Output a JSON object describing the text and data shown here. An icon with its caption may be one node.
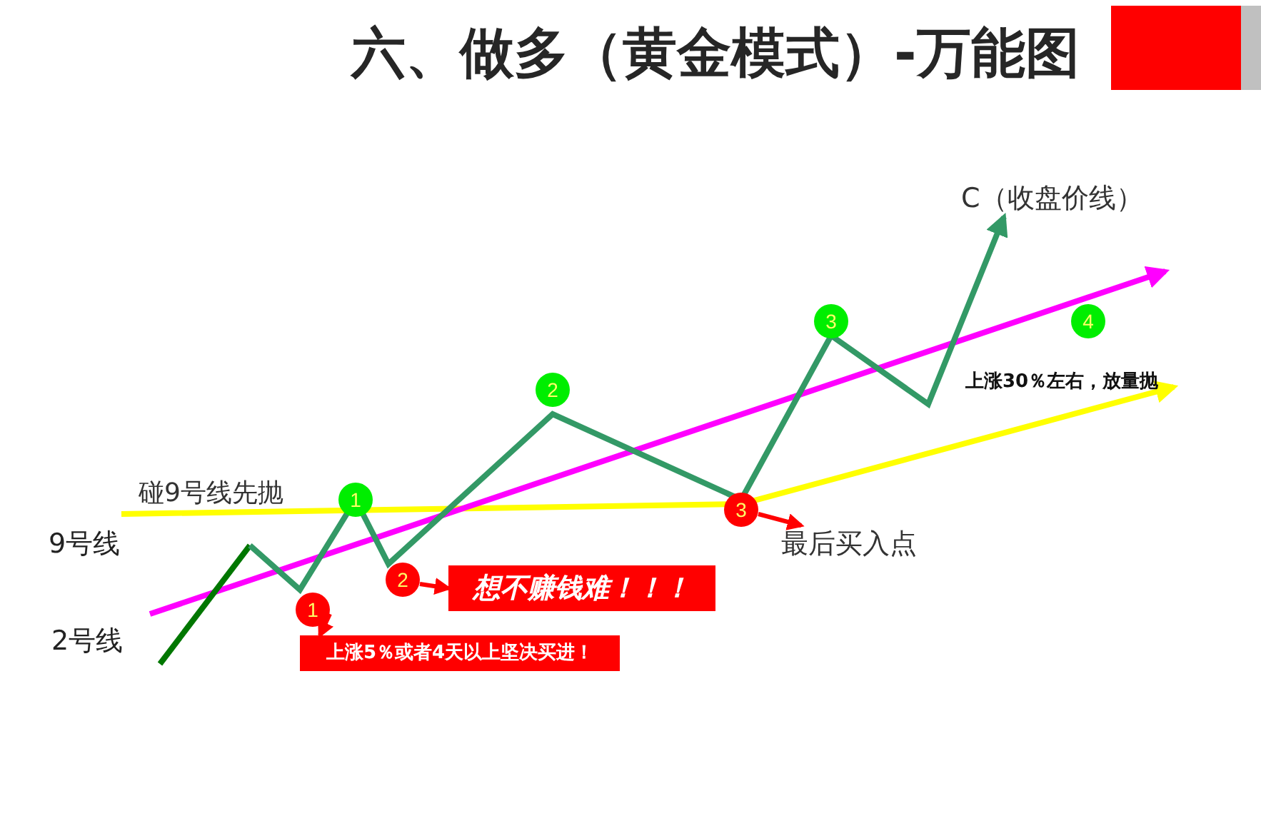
{
  "diagram": {
    "title": "六、做多（黄金模式）-万能图",
    "nodes": [
      {
        "text": [
          "3"
        ]
      },
      {
        "text": [
          "4"
        ]
      },
      {
        "text": [
          "2"
        ]
      },
      {
        "text": [
          "1"
        ]
      },
      {
        "text": [
          "3"
        ]
      },
      {
        "text": [
          "最后买入点"
        ]
      },
      {
        "text": [
          "2"
        ]
      },
      {
        "text": [
          "想不赚钱难！！！"
        ]
      },
      {
        "text": [
          "1"
        ]
      },
      {
        "text": [
          "上涨5％或者4天以上坚决买进！"
        ]
      },
      {
        "text": [
          "C（收盘价线）"
        ]
      }
    ],
    "edges": [
      {
        "from": 4,
        "to": 5,
        "arrow": "to"
      },
      {
        "from": 6,
        "to": 7,
        "arrow": "to"
      },
      {
        "from": 8,
        "to": 9,
        "arrow": "to"
      },
      {
        "from": null,
        "to": 10,
        "arrow": "to",
        "color": "#339966"
      }
    ],
    "labels": [
      "上涨30％左右，放量抛",
      "碰9号线先抛",
      "9号线",
      "2号线"
    ]
  }
}
